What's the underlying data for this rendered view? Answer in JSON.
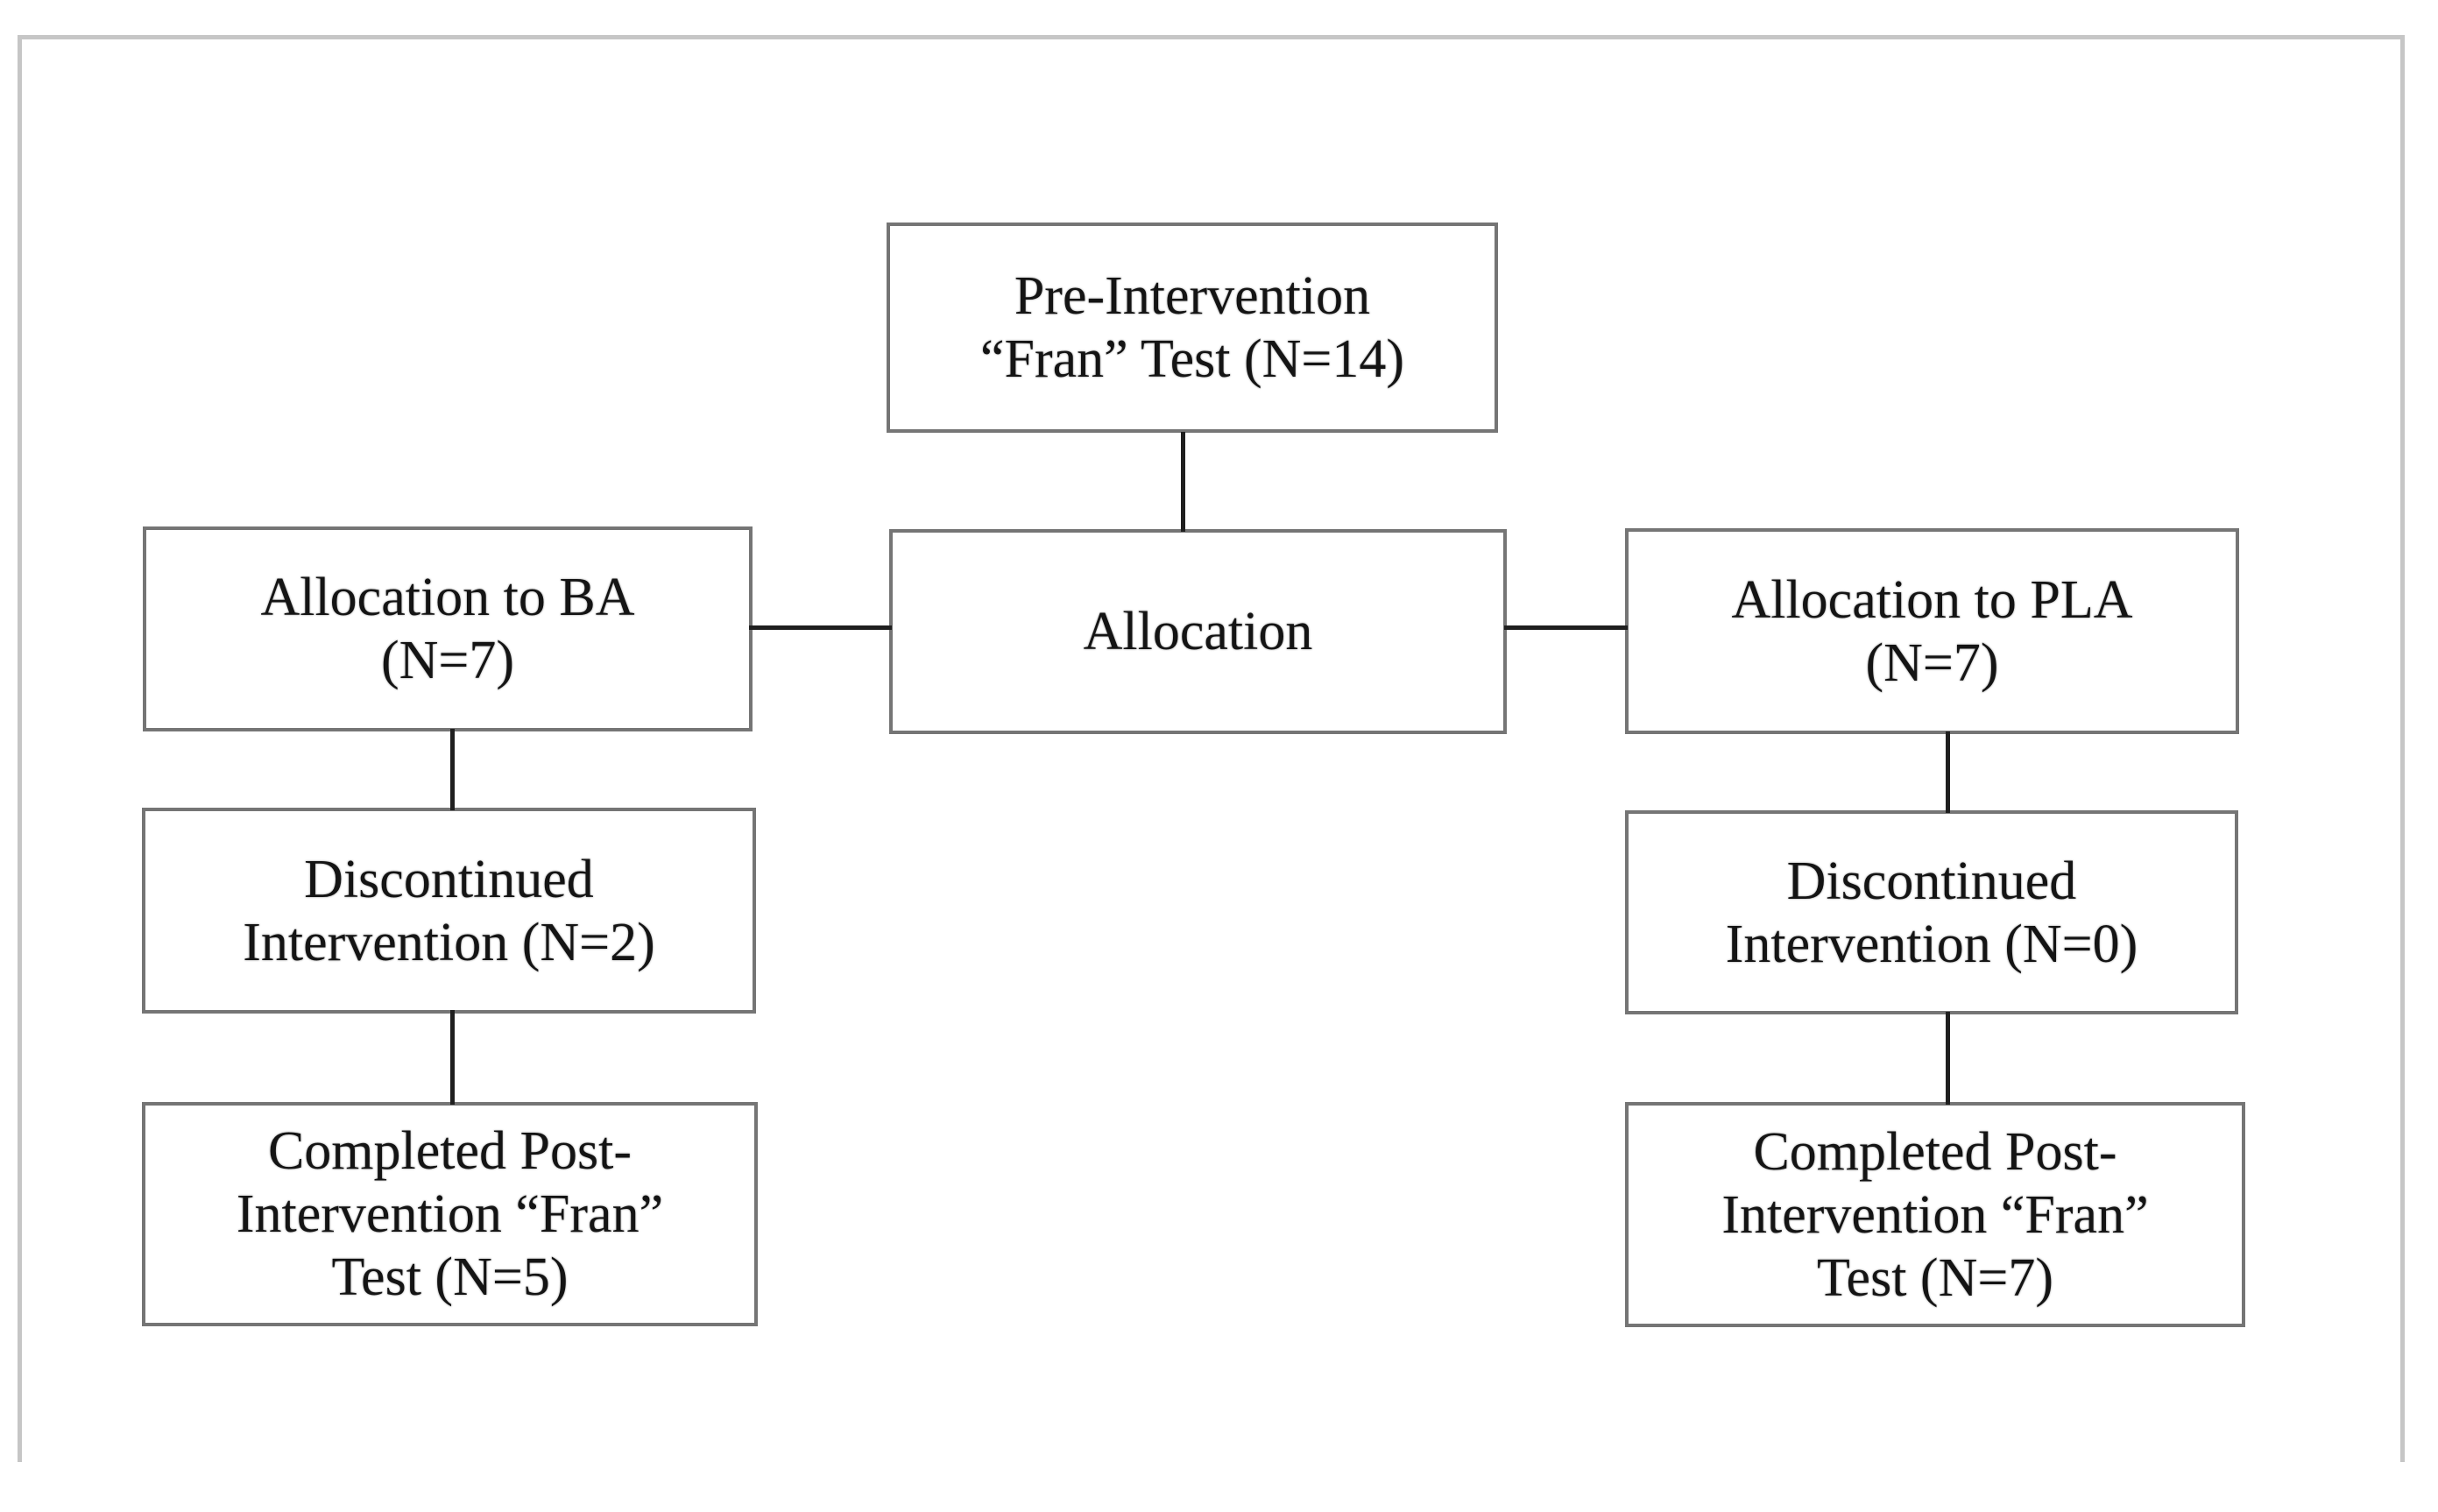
{
  "theme": {
    "background": "#ffffff",
    "figure_border_color": "#c6c6c6",
    "box_border_color": "#757575",
    "connector_color": "#1f1f1f",
    "text_color": "#141414"
  },
  "flowchart": {
    "pre_intervention": {
      "lines": [
        "Pre-Intervention",
        "“Fran” Test (N=14)"
      ]
    },
    "allocation": {
      "lines": [
        "Allocation"
      ]
    },
    "allocation_ba": {
      "lines": [
        "Allocation to BA",
        "(N=7)"
      ]
    },
    "allocation_pla": {
      "lines": [
        "Allocation to PLA",
        "(N=7)"
      ]
    },
    "discontinued_ba": {
      "lines": [
        "Discontinued",
        "Intervention (N=2)"
      ]
    },
    "discontinued_pla": {
      "lines": [
        "Discontinued",
        "Intervention (N=0)"
      ]
    },
    "completed_ba": {
      "lines": [
        "Completed Post-",
        "Intervention “Fran”",
        "Test (N=5)"
      ]
    },
    "completed_pla": {
      "lines": [
        "Completed Post-",
        "Intervention “Fran”",
        "Test (N=7)"
      ]
    }
  }
}
